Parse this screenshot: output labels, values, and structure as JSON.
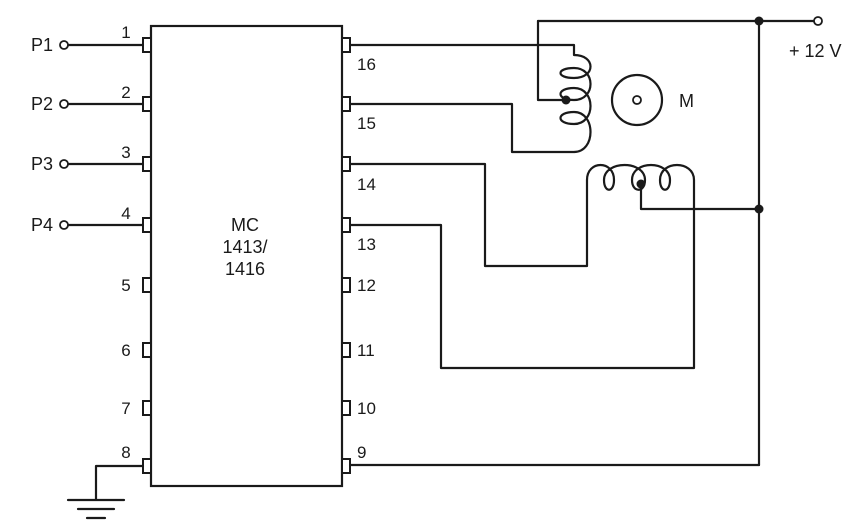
{
  "inputs": [
    "P1",
    "P2",
    "P3",
    "P4"
  ],
  "ic": {
    "line1": "MC",
    "line2": "1413/",
    "line3": "1416"
  },
  "left_pins": [
    "1",
    "2",
    "3",
    "4",
    "5",
    "6",
    "7",
    "8"
  ],
  "right_pins": [
    "16",
    "15",
    "14",
    "13",
    "12",
    "11",
    "10",
    "9"
  ],
  "supply": "+ 12 V",
  "motor": "M"
}
